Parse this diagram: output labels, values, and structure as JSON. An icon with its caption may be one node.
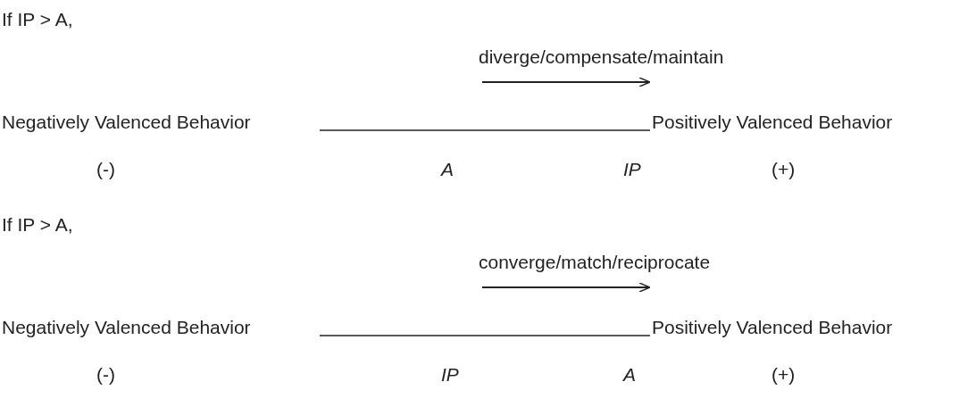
{
  "diagram": {
    "labels": [
      "If IP > A,",
      "diverge/compensate/maintain",
      "Negatively Valenced Behavior",
      "Positively Valenced Behavior",
      "(-)",
      "A",
      "IP",
      "(+)",
      "If IP > A,",
      "converge/match/reciprocate",
      "Negatively Valenced Behavior",
      "Positively Valenced Behavior",
      "(-)",
      "IP",
      "A",
      "(+)"
    ]
  }
}
